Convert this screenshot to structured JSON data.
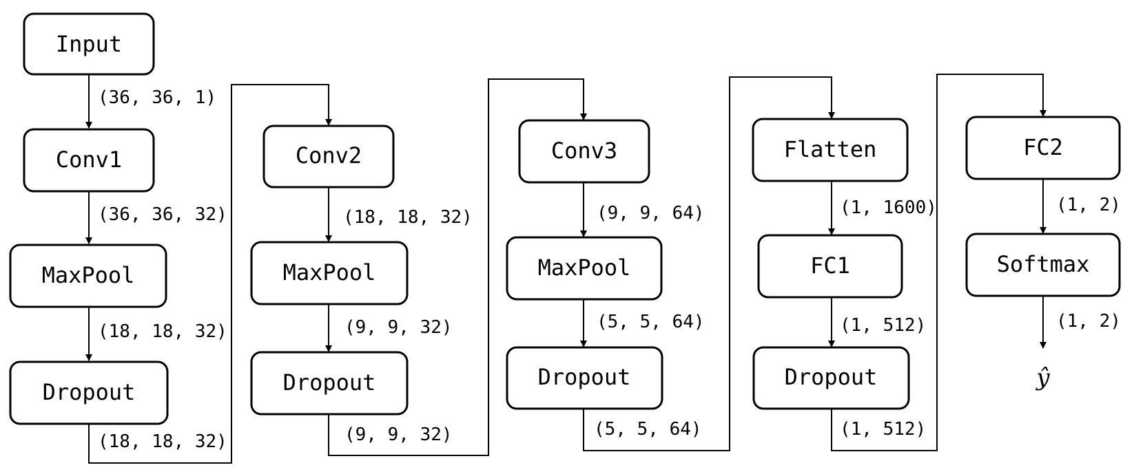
{
  "nodes": {
    "input": "Input",
    "conv1": "Conv1",
    "maxpool1": "MaxPool",
    "dropout1": "Dropout",
    "conv2": "Conv2",
    "maxpool2": "MaxPool",
    "dropout2": "Dropout",
    "conv3": "Conv3",
    "maxpool3": "MaxPool",
    "dropout3": "Dropout",
    "flatten": "Flatten",
    "fc1": "FC1",
    "dropout4": "Dropout",
    "fc2": "FC2",
    "softmax": "Softmax"
  },
  "shapes": {
    "input_conv1": "(36, 36, 1)",
    "conv1_maxpool1": "(36, 36, 32)",
    "maxpool1_dropout1": "(18, 18, 32)",
    "dropout1_conv2": "(18, 18, 32)",
    "conv2_maxpool2": "(18, 18, 32)",
    "maxpool2_dropout2": "(9, 9, 32)",
    "dropout2_conv3": "(9, 9, 32)",
    "conv3_maxpool3": "(9, 9, 64)",
    "maxpool3_dropout3": "(5, 5, 64)",
    "dropout3_flatten": "(5, 5, 64)",
    "flatten_fc1": "(1, 1600)",
    "fc1_dropout4": "(1, 512)",
    "dropout4_fc2": "(1, 512)",
    "fc2_softmax": "(1, 2)",
    "softmax_output": "(1, 2)"
  },
  "output_symbol": "ŷ"
}
